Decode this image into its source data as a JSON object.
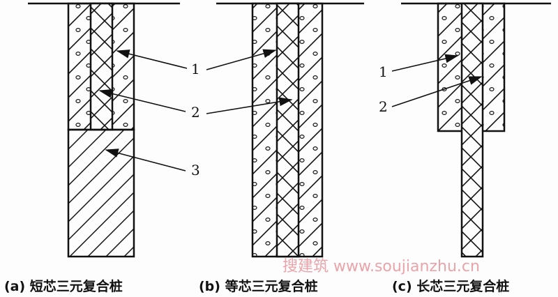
{
  "labels": {
    "one": "1",
    "two": "2",
    "three": "3"
  },
  "captions": {
    "a": "(a) 短芯三元复合桩",
    "b": "(b) 等芯三元复合桩",
    "c": "(c) 长芯三元复合桩"
  },
  "watermark": "搜建筑 www.soujianzhu.cn"
}
